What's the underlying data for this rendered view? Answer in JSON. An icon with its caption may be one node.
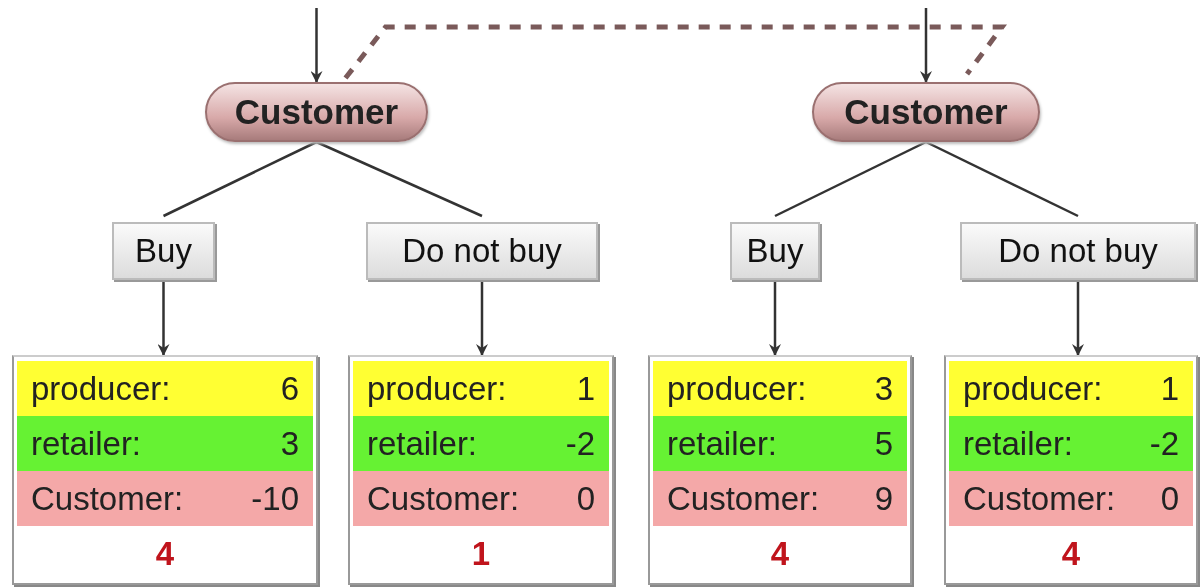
{
  "diagram": {
    "nodes": [
      {
        "text": [
          "Customer"
        ]
      },
      {
        "text": [
          "Customer"
        ]
      },
      {
        "text": [
          "Buy"
        ]
      },
      {
        "text": [
          "Do not buy"
        ]
      },
      {
        "text": [
          "Buy"
        ]
      },
      {
        "text": [
          "Do not buy"
        ]
      },
      {
        "text": [
          "producer:",
          "6",
          "retailer:",
          "3",
          "Customer:",
          "-10",
          "4"
        ]
      },
      {
        "text": [
          "producer:",
          "1",
          "retailer:",
          "-2",
          "Customer:",
          "0",
          "1"
        ]
      },
      {
        "text": [
          "producer:",
          "3",
          "retailer:",
          "5",
          "Customer:",
          "9",
          "4"
        ]
      },
      {
        "text": [
          "producer:",
          "1",
          "retailer:",
          "-2",
          "Customer:",
          "0",
          "4"
        ]
      }
    ],
    "edges": [
      {
        "from": null,
        "to": 0,
        "arrow": "to"
      },
      {
        "from": null,
        "to": 1,
        "arrow": "to"
      },
      {
        "from": 0,
        "to": 1,
        "arrow": "none",
        "style": "dashed",
        "color": "#7a5a5a"
      },
      {
        "from": 0,
        "to": 2,
        "arrow": "none"
      },
      {
        "from": 0,
        "to": 3,
        "arrow": "none"
      },
      {
        "from": 1,
        "to": 4,
        "arrow": "none"
      },
      {
        "from": 1,
        "to": 5,
        "arrow": "none"
      },
      {
        "from": 2,
        "to": 6,
        "arrow": "to"
      },
      {
        "from": 3,
        "to": 7,
        "arrow": "to"
      },
      {
        "from": 4,
        "to": 8,
        "arrow": "to"
      },
      {
        "from": 5,
        "to": 9,
        "arrow": "to"
      }
    ]
  }
}
